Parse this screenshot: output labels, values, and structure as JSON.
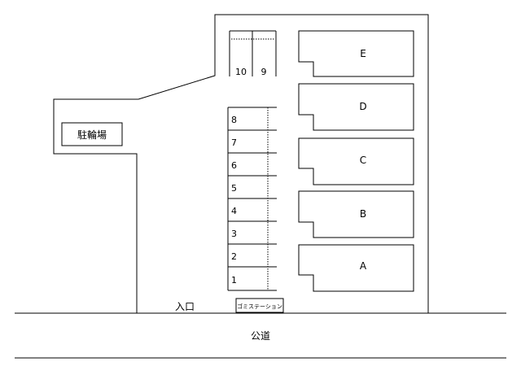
{
  "labels": {
    "bicycle_parking": "駐輪場",
    "entrance": "入口",
    "garbage_station": "ゴミステーション",
    "public_road": "公道"
  },
  "buildings": [
    "A",
    "B",
    "C",
    "D",
    "E"
  ],
  "parking_spaces": [
    "1",
    "2",
    "3",
    "4",
    "5",
    "6",
    "7",
    "8"
  ],
  "top_spaces": [
    "10",
    "9"
  ],
  "colors": {
    "line": "#000000",
    "background": "#ffffff"
  }
}
